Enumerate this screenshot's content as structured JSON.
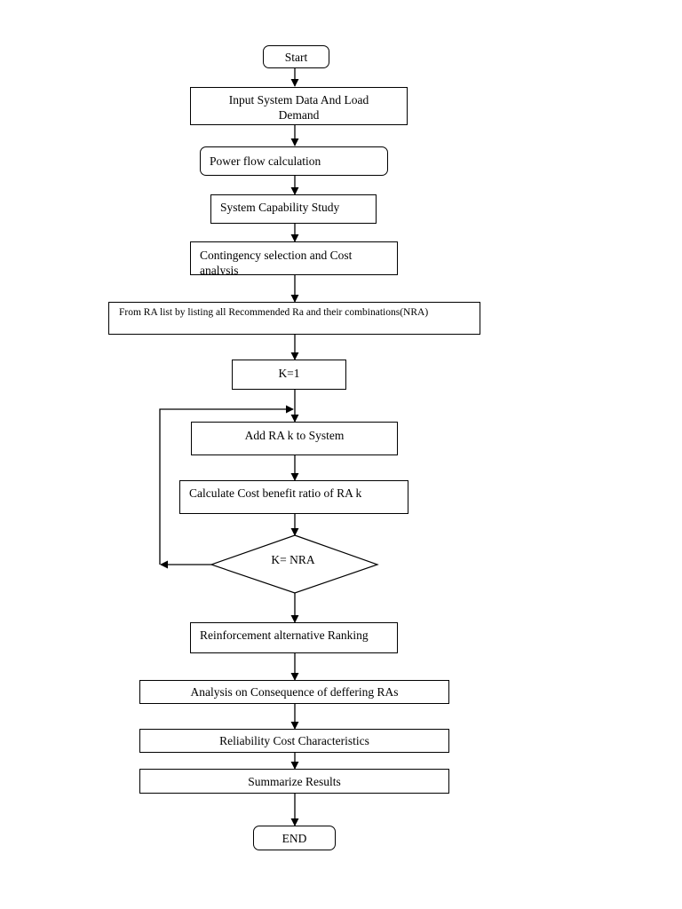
{
  "nodes": {
    "start": "Start",
    "input": "Input System Data And Load Demand",
    "power_flow": "Power flow calculation",
    "capability": "System Capability Study",
    "contingency": "Contingency selection and Cost analysis",
    "ra_list": "From RA list by listing all Recommended Ra and their combinations(NRA)",
    "k_init": "K=1",
    "add_ra": "Add RA k to System",
    "cost_benefit": "Calculate Cost benefit ratio of RA k",
    "decision": "K= NRA",
    "ranking": "Reinforcement alternative Ranking",
    "consequence": "Analysis on Consequence of deffering RAs",
    "reliability": "Reliability Cost Characteristics",
    "summarize": "Summarize Results",
    "end": "END"
  }
}
